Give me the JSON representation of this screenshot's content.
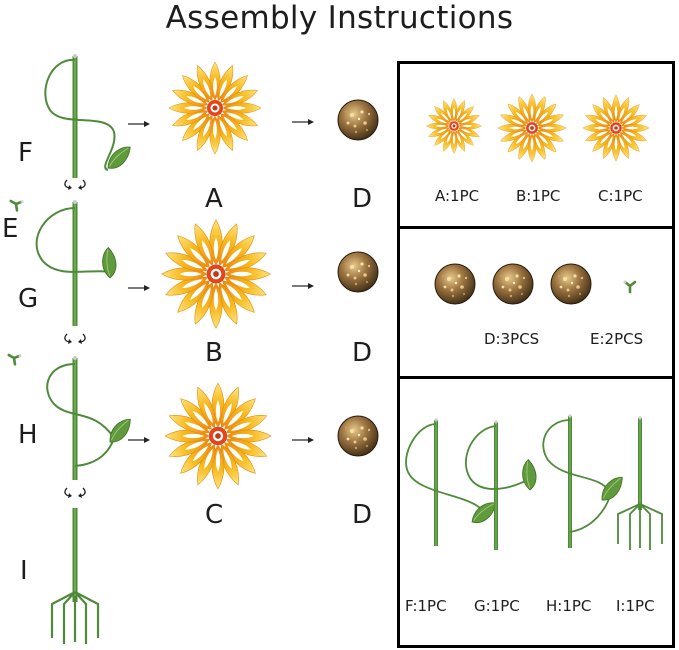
{
  "title": "Assembly Instructions",
  "colors": {
    "stake": "#4e8a3a",
    "stake_light": "#79b256",
    "petal": "#f3b21c",
    "petal_tip": "#ffe27a",
    "petal_inner": "#ffffff",
    "center": "#e6451c",
    "ball": "#8a6a3a",
    "leaf": "#5f9a3c"
  },
  "assembly": {
    "stake_labels": [
      "F",
      "E",
      "G",
      "H",
      "I"
    ],
    "flower_labels": [
      "A",
      "B",
      "C"
    ],
    "ball_labels": [
      "D",
      "D",
      "D"
    ]
  },
  "parts": {
    "flowers": [
      "A:1PC",
      "B:1PC",
      "C:1PC"
    ],
    "balls": [
      "D:3PCS",
      "E:2PCS"
    ],
    "stakes": [
      "F:1PC",
      "G:1PC",
      "H:1PC",
      "I:1PC"
    ]
  },
  "icons": [
    "arrow-right-icon",
    "rotate-arrows-icon",
    "flower-icon",
    "bronze-ball-icon",
    "connector-clip-icon",
    "stake-icon",
    "leaf-icon",
    "ground-spike-icon"
  ]
}
